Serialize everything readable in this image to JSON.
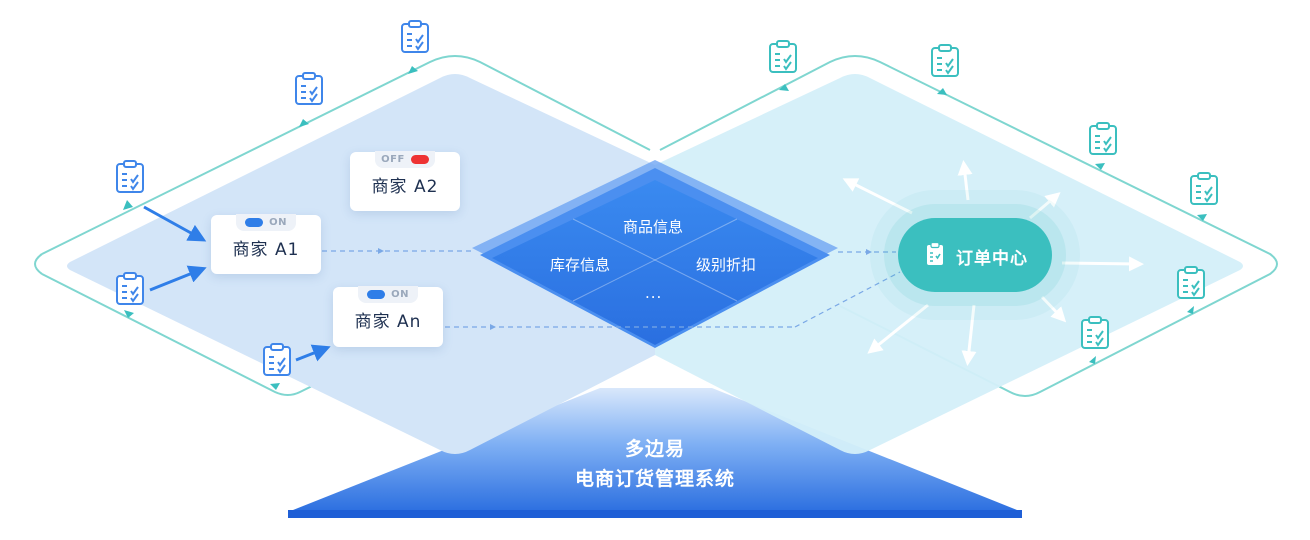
{
  "merchants": [
    {
      "label": "商家 A1",
      "toggle": "ON"
    },
    {
      "label": "商家 A2",
      "toggle": "OFF"
    },
    {
      "label": "商家 An",
      "toggle": "ON"
    }
  ],
  "center_panel": {
    "top": "商品信息",
    "left": "库存信息",
    "right": "级别折扣",
    "bottom": "..."
  },
  "order_center": {
    "label": "订单中心",
    "icon": "clipboard-icon"
  },
  "system": {
    "line1": "多边易",
    "line2": "电商订货管理系统"
  },
  "colors": {
    "merchant_zone": "#d3e5f8",
    "order_zone": "#d4eff9",
    "center_diamond": "#2f7ee8",
    "teal_accent": "#3bbfbf",
    "on_toggle": "#2f7ee8",
    "off_toggle": "#ee3333",
    "flow_arrow": "#2f7ee8"
  }
}
